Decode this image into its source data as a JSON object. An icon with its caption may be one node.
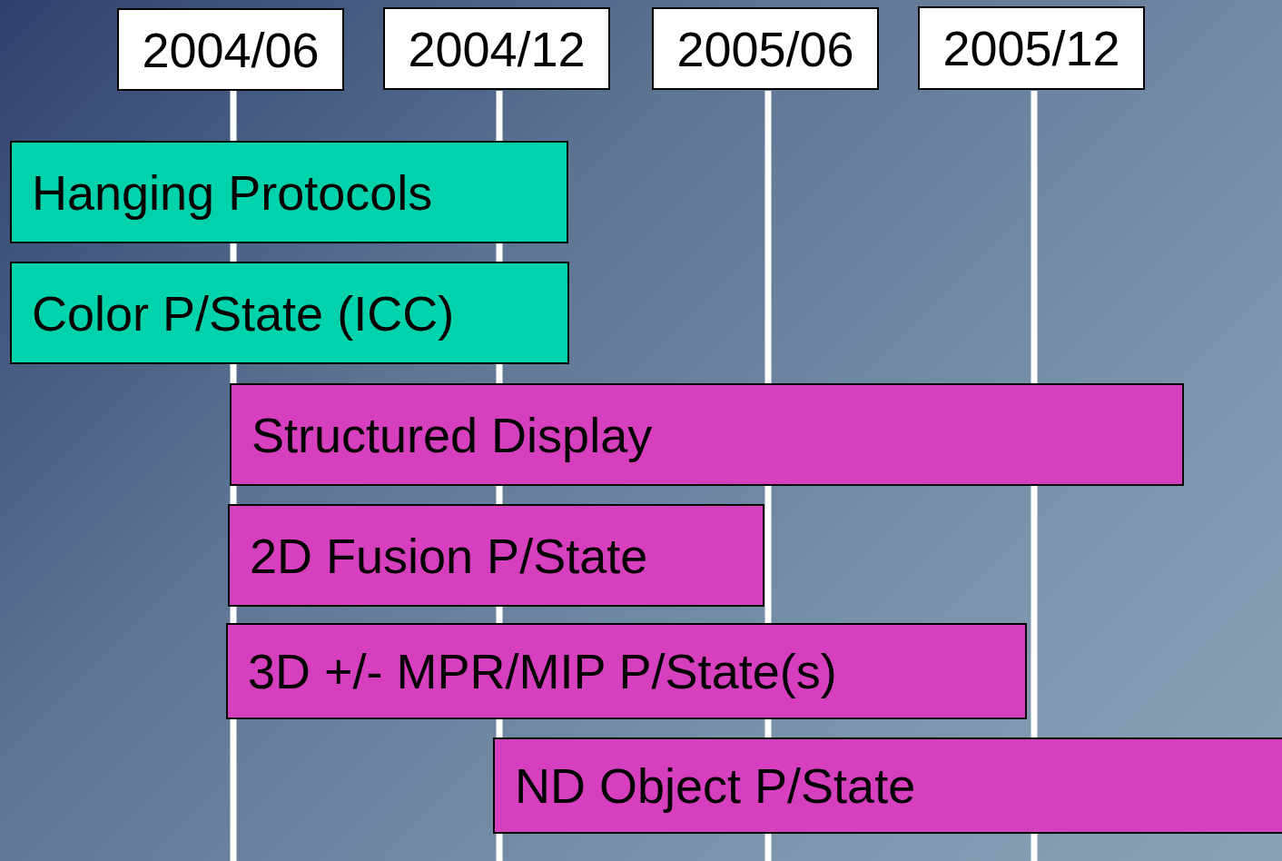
{
  "diagram": {
    "nodes": [
      {
        "text": [
          "2004/06"
        ]
      },
      {
        "text": [
          "2004/12"
        ]
      },
      {
        "text": [
          "2005/06"
        ]
      },
      {
        "text": [
          "2005/12"
        ]
      },
      {
        "text": [
          "Hanging Protocols"
        ]
      },
      {
        "text": [
          "Color P/State (ICC)"
        ]
      },
      {
        "text": [
          "Structured Display"
        ]
      },
      {
        "text": [
          "2D Fusion P/State"
        ]
      },
      {
        "text": [
          "3D +/- MPR/MIP P/State(s)"
        ]
      },
      {
        "text": [
          "ND Object P/State"
        ]
      }
    ]
  }
}
